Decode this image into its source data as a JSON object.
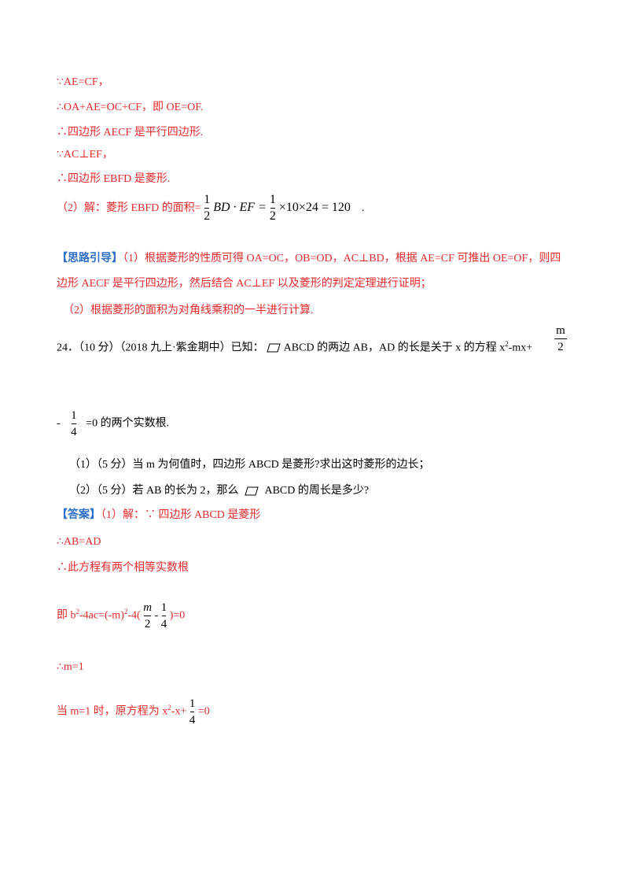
{
  "proof": {
    "l1": "∵AE=CF，",
    "l2": "∴OA+AE=OC+CF，即 OE=OF.",
    "l3": "∴四边形 AECF 是平行四边形.",
    "l4": "∵AC⊥EF，",
    "l5": "∴四边形 EBFD 是菱形.",
    "l6_prefix": "（2）解：菱形 EBFD 的面积=",
    "l6_f1_num": "1",
    "l6_f1_den": "2",
    "l6_mid": "BD · EF =",
    "l6_f2_num": "1",
    "l6_f2_den": "2",
    "l6_tail": "×10×24 = 120",
    "l6_end": "."
  },
  "hint": {
    "tag": "【思路引导】",
    "p1a": "（1）根据菱形的性质可得 OA=OC，OB=OD，AC⊥BD，根据 AE=CF 可推出 OE=OF，则四",
    "p1b": "边形 AECF 是平行四边形，然后结合 AC⊥EF 以及菱形的判定定理进行证明；",
    "p2": "（2）根据菱形的面积为对角线乘积的一半进行计算."
  },
  "question": {
    "header": "24．（10 分）（2018 九上·紫金期中）已知：",
    "header_b": "ABCD 的两边 AB，AD 的长是关于 x 的方程 x",
    "sup2": "2",
    "header_c": "-mx+",
    "frac_m_num": "m",
    "frac_m_den": "2",
    "cont_prefix": "-",
    "frac_q_num": "1",
    "frac_q_den": "4",
    "cont_suffix": "=0 的两个实数根.",
    "sub1": "（1）（5 分）当 m 为何值时，四边形 ABCD 是菱形?求出这时菱形的边长；",
    "sub2a": "（2）（5 分）若 AB 的长为 2，那么",
    "sub2b": "ABCD 的周长是多少?"
  },
  "answer": {
    "tag": "【答案】",
    "a1": "（1）解：∵ 四边形 ABCD 是菱形",
    "a2": "∴AB=AD",
    "a3": "∴此方程有两个相等实数根",
    "a4_prefix": "即 b",
    "a4_sup1": "2",
    "a4_mid": "-4ac=(-m)",
    "a4_sup2": "2",
    "a4_mid2": "-4(",
    "a4_f1_num": "m",
    "a4_f1_den": "2",
    "a4_dash": "-",
    "a4_f2_num": "1",
    "a4_f2_den": "4",
    "a4_end": ")=0",
    "a5": "∴m=1",
    "a6_prefix": "当 m=1 时，原方程为 x",
    "a6_sup": "2",
    "a6_mid": "-x+",
    "a6_f_num": "1",
    "a6_f_den": "4",
    "a6_end": "=0"
  }
}
